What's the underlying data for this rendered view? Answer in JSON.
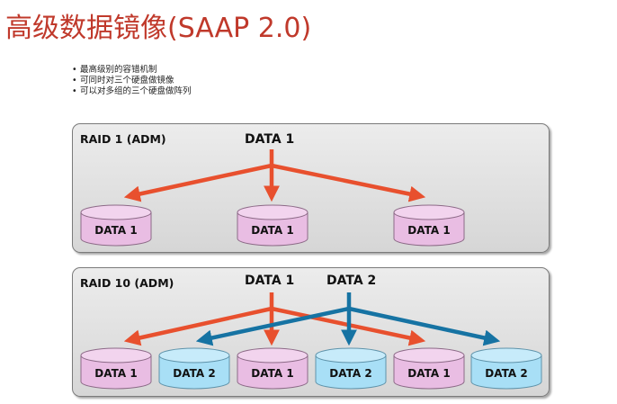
{
  "title": "高级数据镜像(SAAP 2.0)",
  "bullets": [
    "最高级别的容错机制",
    "可同时对三个硬盘做镜像",
    "可以对多组的三个硬盘做阵列"
  ],
  "colors": {
    "arrow_red": "#e8502e",
    "arrow_blue": "#1673a3",
    "disk_pink": "#e9bde3",
    "disk_blue": "#a8dff6"
  },
  "raid1": {
    "label": "RAID 1 (ADM)",
    "source": "DATA 1",
    "disks": [
      "DATA 1",
      "DATA 1",
      "DATA 1"
    ]
  },
  "raid10": {
    "label": "RAID 10 (ADM)",
    "source1": "DATA 1",
    "source2": "DATA 2",
    "disks": [
      "DATA 1",
      "DATA 2",
      "DATA 1",
      "DATA 2",
      "DATA 1",
      "DATA 2"
    ]
  }
}
